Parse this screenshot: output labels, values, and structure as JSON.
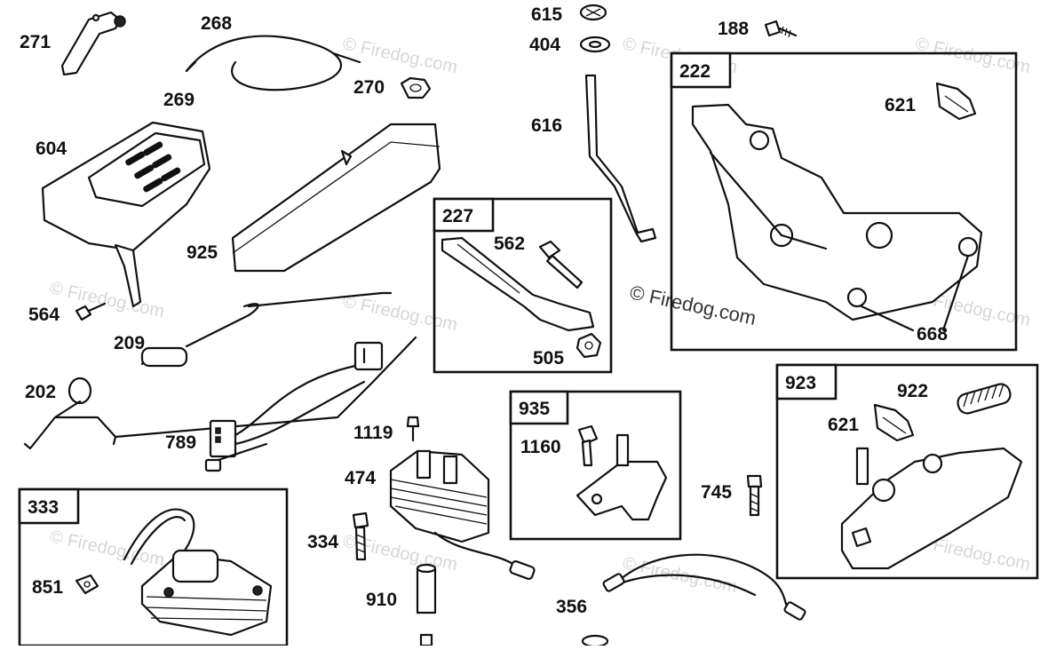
{
  "watermark": {
    "text": "© Firedog.com",
    "main_text": "© Firedog.com"
  },
  "parts": {
    "p271": "271",
    "p268": "268",
    "p269": "269",
    "p270": "270",
    "p615": "615",
    "p404": "404",
    "p188": "188",
    "p616": "616",
    "p604": "604",
    "p925": "925",
    "p564": "564",
    "p209": "209",
    "p202": "202",
    "p789": "789",
    "p1119": "1119",
    "p474": "474",
    "p334": "334",
    "p910": "910",
    "p356": "356",
    "p745": "745",
    "p851": "851",
    "p562": "562",
    "p505": "505",
    "p1160": "1160",
    "p621a": "621",
    "p668": "668",
    "p922": "922",
    "p621b": "621"
  },
  "kits": {
    "k222": "222",
    "k227": "227",
    "k935": "935",
    "k923": "923",
    "k333": "333"
  }
}
